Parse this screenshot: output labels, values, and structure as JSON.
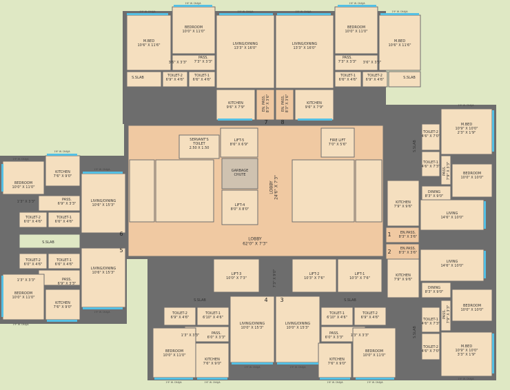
{
  "colors": {
    "background": "#dfe8c4",
    "room": "#f5dfbf",
    "core": "#f0c9a2",
    "window": "#54c0e4",
    "wall": "#6d6d6d"
  },
  "rooms": [
    {
      "id": "A-mbed",
      "l1": "M.BED",
      "l2": "10'6\" X 11'6\""
    },
    {
      "id": "A-bed",
      "l1": "BEDROOM",
      "l2": "10'0\" X 11'0\""
    },
    {
      "id": "A-living",
      "l1": "LIVING/DINING",
      "l2": "13'3\" X 16'0\""
    },
    {
      "id": "A-pass1",
      "l1": "PASS.",
      "l2": "7'3\" X 3'3\""
    },
    {
      "id": "A-pass2",
      "l1": "3'6\" X 3'3\"",
      "l2": ""
    },
    {
      "id": "A-t2",
      "l1": "TOILET-2",
      "l2": "6'9\" X 4'6\""
    },
    {
      "id": "A-t1",
      "l1": "TOILET-1",
      "l2": "6'6\" X 4'6\""
    },
    {
      "id": "A-kitchen",
      "l1": "KITCHEN",
      "l2": "9'6\" X 7'9\""
    },
    {
      "id": "A-enpass",
      "l1": "EN. PASS.",
      "l2": "8'3\" X 3'6\""
    },
    {
      "id": "A-slab",
      "l1": "S.SLAB",
      "l2": ""
    },
    {
      "id": "B-mbed",
      "l1": "M.BED",
      "l2": "10'6\" X 11'6\""
    },
    {
      "id": "B-bed",
      "l1": "BEDROOM",
      "l2": "10'0\" X 11'0\""
    },
    {
      "id": "B-living",
      "l1": "LIVING/DINING",
      "l2": "13'3\" X 16'0\""
    },
    {
      "id": "B-pass1",
      "l1": "PASS.",
      "l2": "7'3\" X 3'3\""
    },
    {
      "id": "B-pass2",
      "l1": "3'6\" X 3'3\"",
      "l2": ""
    },
    {
      "id": "B-t2",
      "l1": "TOILET-2",
      "l2": "6'9\" X 4'6\""
    },
    {
      "id": "B-t1",
      "l1": "TOILET-1",
      "l2": "6'6\" X 4'6\""
    },
    {
      "id": "B-kitchen",
      "l1": "KITCHEN",
      "l2": "9'6\" X 7'9\""
    },
    {
      "id": "B-enpass",
      "l1": "EN. PASS.",
      "l2": "8'3\" X 3'6\""
    },
    {
      "id": "B-slab",
      "l1": "S.SLAB",
      "l2": ""
    },
    {
      "id": "C-bed",
      "l1": "BEDROOM",
      "l2": "10'0\" X 11'0\""
    },
    {
      "id": "C-kitchen",
      "l1": "KITCHEN",
      "l2": "7'6\" X 9'0\""
    },
    {
      "id": "C-pass",
      "l1": "PASS.",
      "l2": "6'9\" X 3'3\""
    },
    {
      "id": "C-pass2",
      "l1": "1'3\" X 3'3\"",
      "l2": ""
    },
    {
      "id": "C-t2",
      "l1": "TOILET-2",
      "l2": "6'0\" X 4'6\""
    },
    {
      "id": "C-t1",
      "l1": "TOILET-1",
      "l2": "6'6\" X 4'6\""
    },
    {
      "id": "C-living",
      "l1": "LIVING/DINING",
      "l2": "10'6\" X 15'3\""
    },
    {
      "id": "D-t2",
      "l1": "TOILET-2",
      "l2": "6'0\" X 4'6\""
    },
    {
      "id": "D-t1",
      "l1": "TOILET-1",
      "l2": "6'6\" X 4'6\""
    },
    {
      "id": "D-pass",
      "l1": "PASS.",
      "l2": "6'9\" X 3'3\""
    },
    {
      "id": "D-pass2",
      "l1": "1'3\" X 3'3\"",
      "l2": ""
    },
    {
      "id": "D-bed",
      "l1": "BEDROOM",
      "l2": "10'0\" X 11'0\""
    },
    {
      "id": "D-kitchen",
      "l1": "KITCHEN",
      "l2": "7'6\" X 9'0\""
    },
    {
      "id": "D-living",
      "l1": "LIVING/DINING",
      "l2": "10'6\" X 15'3\""
    },
    {
      "id": "CD-slab",
      "l1": "S.SLAB",
      "l2": ""
    },
    {
      "id": "E-t2",
      "l1": "TOILET-2",
      "l2": "6'9\" X 4'6\""
    },
    {
      "id": "E-t1",
      "l1": "TOILET-1",
      "l2": "6'10\" X 4'6\""
    },
    {
      "id": "E-pass",
      "l1": "PASS.",
      "l2": "6'0\" X 3'3\""
    },
    {
      "id": "E-pass2",
      "l1": "1'3\" X 3'3\"",
      "l2": ""
    },
    {
      "id": "E-bed",
      "l1": "BEDROOM",
      "l2": "10'0\" X 11'0\""
    },
    {
      "id": "E-kitchen",
      "l1": "KITCHEN",
      "l2": "7'6\" X 9'0\""
    },
    {
      "id": "E-living",
      "l1": "LIVING/DINING",
      "l2": "10'0\" X 15'3\""
    },
    {
      "id": "E-lift3",
      "l1": "LIFT-3",
      "l2": "10'0\" X 7'3\""
    },
    {
      "id": "E-slab",
      "l1": "S.SLAB",
      "l2": ""
    },
    {
      "id": "F-t1",
      "l1": "TOILET-1",
      "l2": "6'10\" X 4'6\""
    },
    {
      "id": "F-t2",
      "l1": "TOILET-2",
      "l2": "6'9\" X 4'6\""
    },
    {
      "id": "F-pass",
      "l1": "PASS.",
      "l2": "6'0\" X 3'3\""
    },
    {
      "id": "F-pass2",
      "l1": "1'3\" X 3'3\"",
      "l2": ""
    },
    {
      "id": "F-bed",
      "l1": "BEDROOM",
      "l2": "10'0\" X 11'0\""
    },
    {
      "id": "F-kitchen",
      "l1": "KITCHEN",
      "l2": "7'6\" X 9'0\""
    },
    {
      "id": "F-living",
      "l1": "LIVING/DINING",
      "l2": "10'0\" X 15'3\""
    },
    {
      "id": "F-lift2",
      "l1": "LIFT-2",
      "l2": "10'3\" X 7'6\""
    },
    {
      "id": "F-lift1",
      "l1": "LIFT-1",
      "l2": "10'3\" X 7'6\""
    },
    {
      "id": "F-slab",
      "l1": "S.SLAB",
      "l2": ""
    },
    {
      "id": "G-t2",
      "l1": "TOILET-2",
      "l2": "4'6\" X 7'0\""
    },
    {
      "id": "G-mbed",
      "l1": "M.BED",
      "l2": "10'9\" X 10'0\"",
      "l3": "2'3\" X 1'9\""
    },
    {
      "id": "G-t1",
      "l1": "TOILET-1",
      "l2": "4'6\" X 7'3\""
    },
    {
      "id": "G-pass",
      "l1": "PASS.",
      "l2": "7'9\" X 3'3\""
    },
    {
      "id": "G-bed",
      "l1": "BEDROOM",
      "l2": "10'0\" X 10'0\""
    },
    {
      "id": "G-dining",
      "l1": "DINING",
      "l2": "8'3\" X 9'0\""
    },
    {
      "id": "G-kitchen",
      "l1": "KITCHEN",
      "l2": "7'9\" X 9'6\""
    },
    {
      "id": "G-living",
      "l1": "LIVING",
      "l2": "14'6\" X 10'0\""
    },
    {
      "id": "G-enpass",
      "l1": "EN.PASS.",
      "l2": "8'3\" X 3'6\""
    },
    {
      "id": "G-slab",
      "l1": "S.SLAB",
      "l2": ""
    },
    {
      "id": "H-enpass",
      "l1": "EN.PASS.",
      "l2": "8'3\" X 3'6\""
    },
    {
      "id": "H-living",
      "l1": "LIVING",
      "l2": "14'6\" X 10'0\""
    },
    {
      "id": "H-kitchen",
      "l1": "KITCHEN",
      "l2": "7'9\" X 9'6\""
    },
    {
      "id": "H-dining",
      "l1": "DINING",
      "l2": "8'3\" X 9'0\""
    },
    {
      "id": "H-bed",
      "l1": "BEDROOM",
      "l2": "10'0\" X 10'0\""
    },
    {
      "id": "H-pass",
      "l1": "PASS.",
      "l2": "7'9\" X 3'3\""
    },
    {
      "id": "H-t1",
      "l1": "TOILET-1",
      "l2": "4'6\" X 7'3\""
    },
    {
      "id": "H-t2",
      "l1": "TOILET-2",
      "l2": "4'6\" X 7'0\""
    },
    {
      "id": "H-mbed",
      "l1": "M.BED",
      "l2": "10'9\" X 10'0\"",
      "l3": "3'3\" X 1'9\""
    },
    {
      "id": "H-slab",
      "l1": "S.SLAB",
      "l2": ""
    },
    {
      "id": "core-servant",
      "l1": "SERVANT'S",
      "l2": "TOILET",
      "l3": "2.50 X 1.50"
    },
    {
      "id": "core-lift5",
      "l1": "LIFT-5",
      "l2": "8'6\" X 6'9\""
    },
    {
      "id": "core-fire",
      "l1": "FIRE LIFT",
      "l2": "7'0\" X 5'6\""
    },
    {
      "id": "core-garbage",
      "l1": "GARBAGE",
      "l2": "CHUTE"
    },
    {
      "id": "core-lift4",
      "l1": "LIFT-4",
      "l2": "8'0\" X 8'0\""
    },
    {
      "id": "core-lobby-v",
      "l1": "LOBBY",
      "l2": "24'6\" X 7'3\""
    },
    {
      "id": "core-lobby-h",
      "l1": "LOBBY",
      "l2": "62'0\" X 7'3\""
    },
    {
      "id": "core-corridor",
      "l1": "7'3\" X 9'0\"",
      "l2": ""
    }
  ],
  "flat_numbers": [
    "1",
    "2",
    "3",
    "4",
    "5",
    "6",
    "7",
    "8"
  ],
  "chajja": {
    "c1": "1'9\" W. CHAJJA",
    "c2": "1'6\" W. CHAJJA",
    "c3": "1'9\" W. CHAJJA"
  }
}
